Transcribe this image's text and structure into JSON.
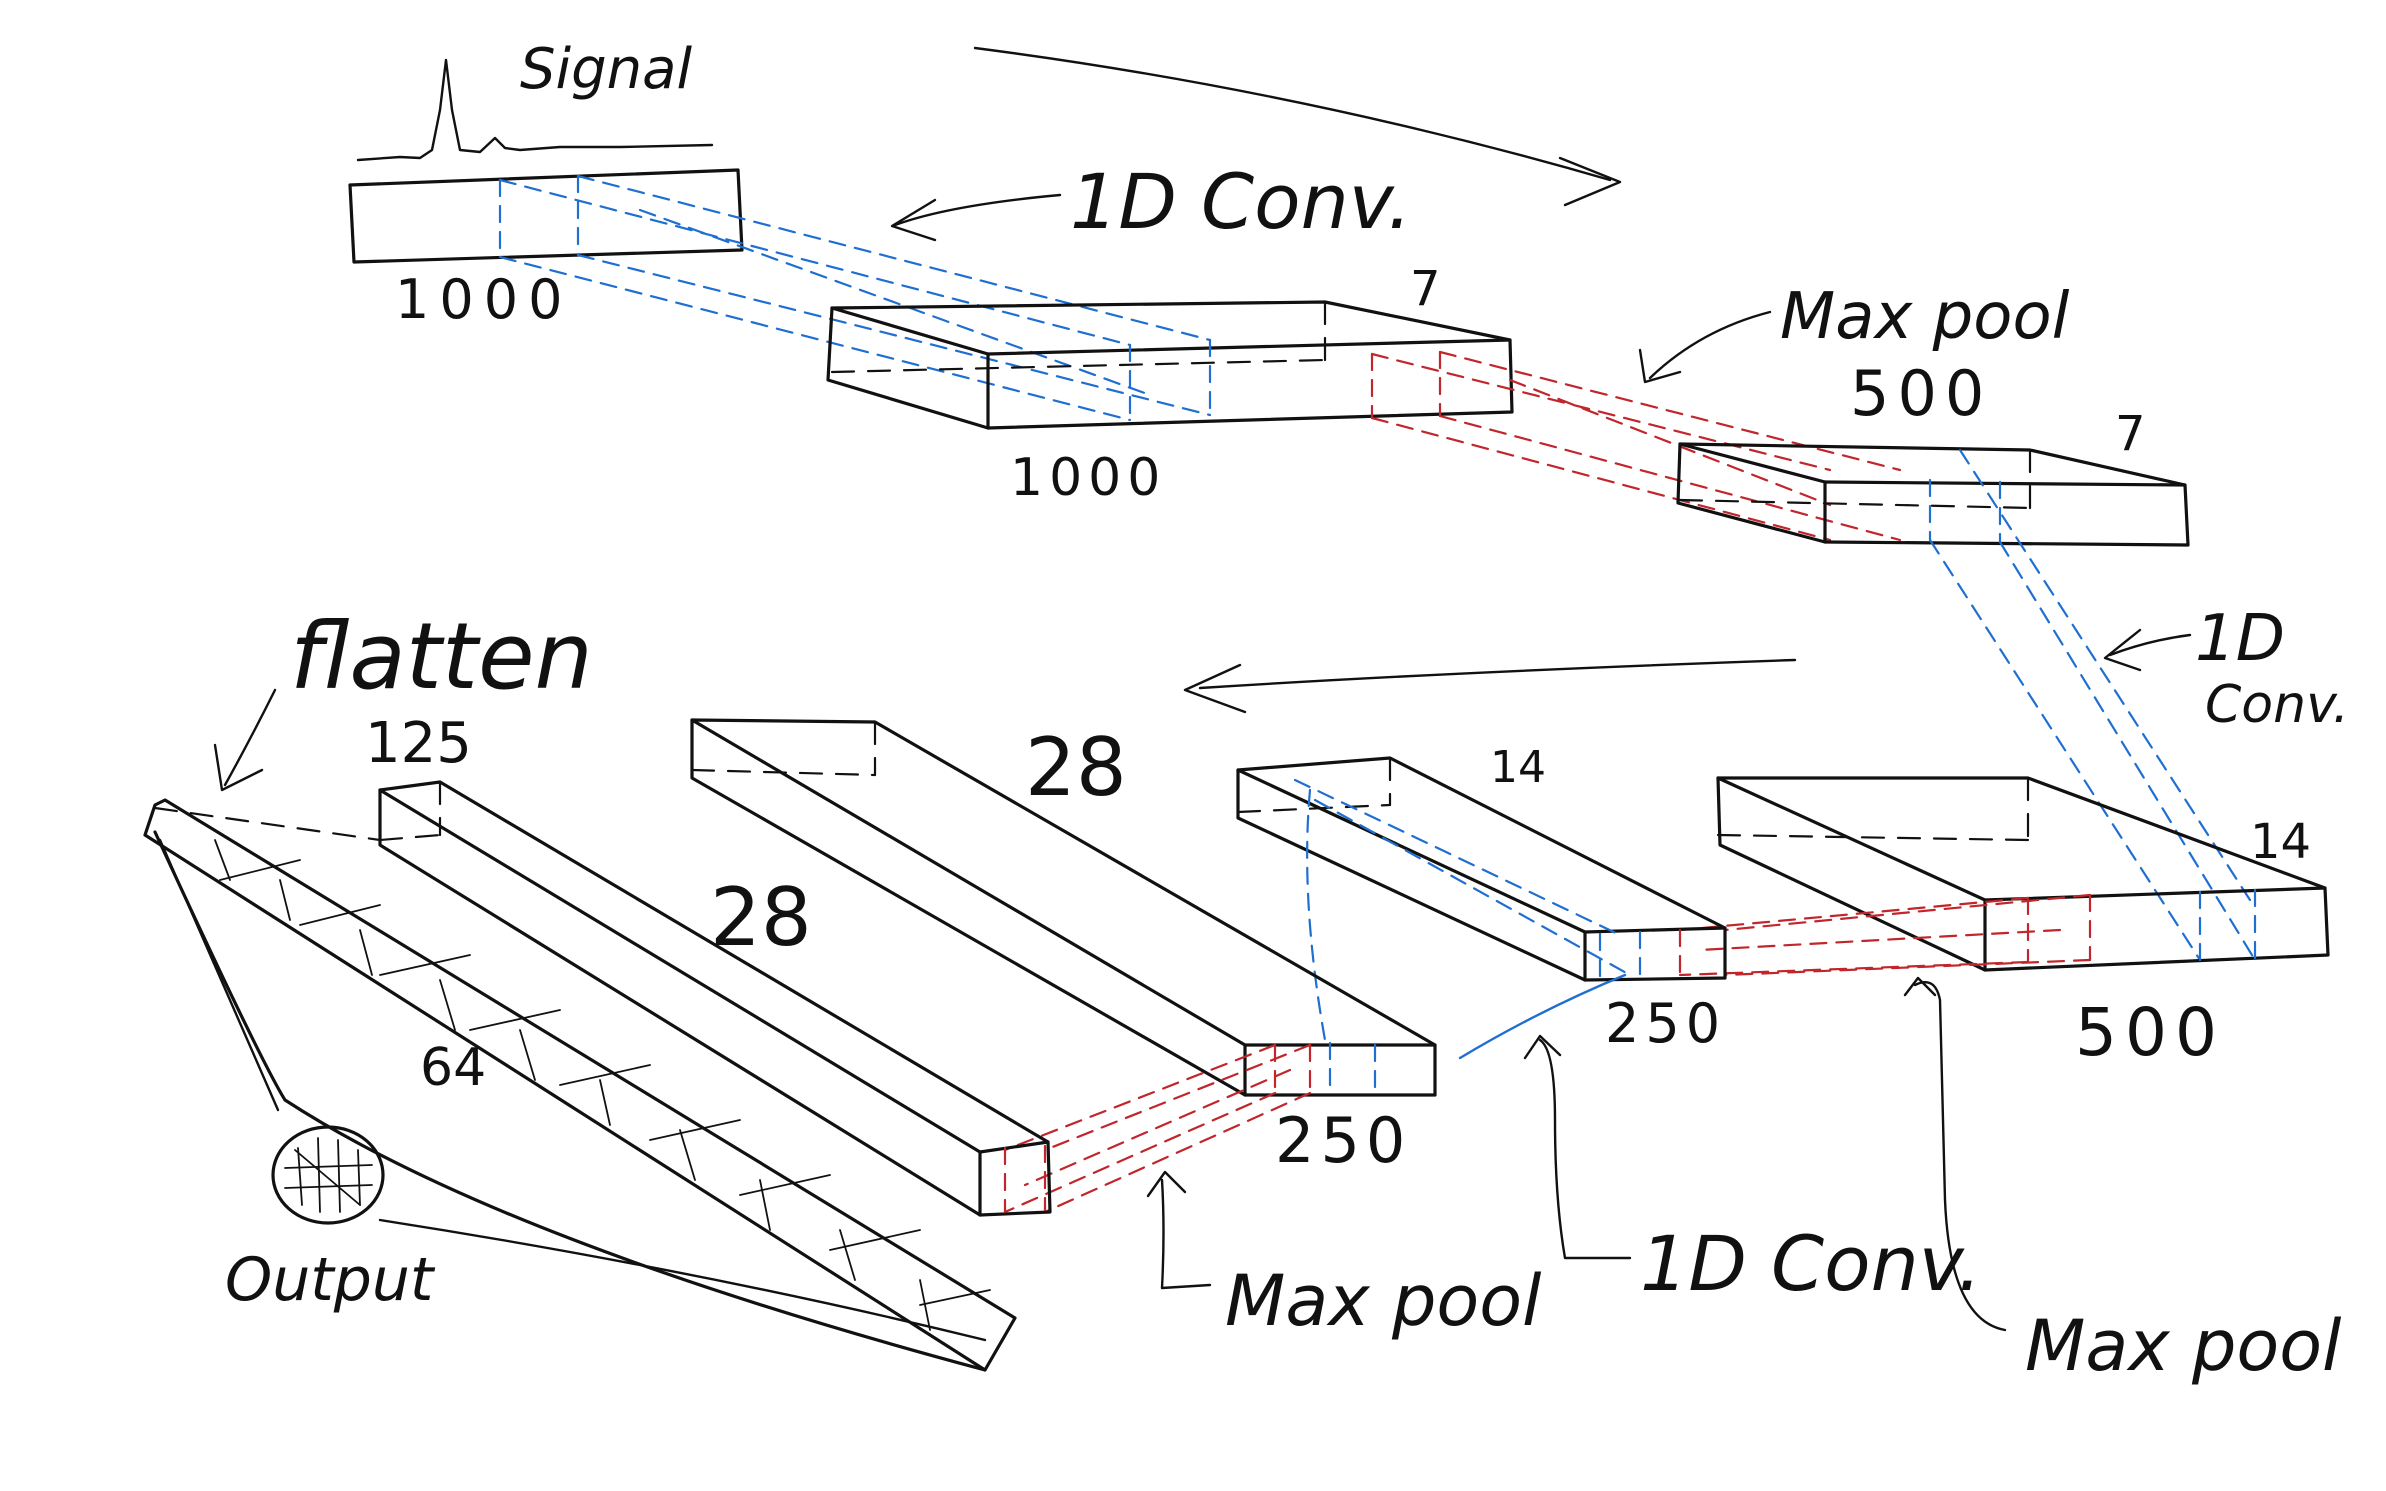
{
  "labels": {
    "signal": "Signal",
    "input_length": "1000",
    "conv1": "1D Conv.",
    "conv1_length": "1000",
    "conv1_channels": "7",
    "pool1": "Max pool",
    "pool1_length": "500",
    "pool1_channels": "7",
    "conv2_line1": "1D",
    "conv2_line2": "Conv.",
    "conv2_channels": "14",
    "conv2_length": "500",
    "pool2": "Max pool",
    "pool2_channels": "14",
    "pool2_length": "250",
    "conv3": "1D Conv.",
    "conv3_channels": "28",
    "conv3_length": "250",
    "pool3": "Max pool",
    "pool3_channels": "28",
    "pool3_length": "125",
    "flatten": "flatten",
    "dense_units": "64",
    "output": "Output"
  },
  "colors": {
    "ink": "#111111",
    "receptive_field_blue": "#1f6fd1",
    "pooling_red": "#c0262b"
  }
}
